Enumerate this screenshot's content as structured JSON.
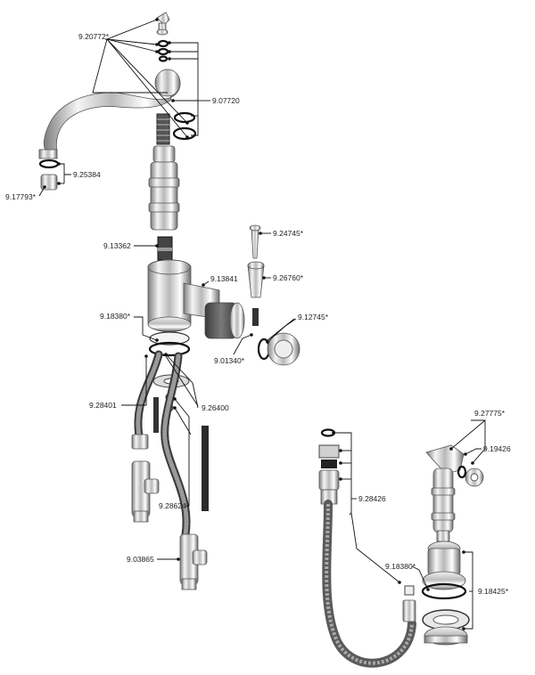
{
  "labels": {
    "p_9_20772": "9.20772*",
    "p_9_07720": "9.07720",
    "p_9_25384": "9.25384",
    "p_9_17793": "9.17793*",
    "p_9_13362": "9.13362",
    "p_9_24745": "9.24745*",
    "p_9_13841": "9.13841",
    "p_9_26760": "9.26760*",
    "p_9_18380_a": "9.18380*",
    "p_9_12745": "9.12745*",
    "p_9_01340": "9.01340*",
    "p_9_28401": "9.28401",
    "p_9_26400": "9.26400",
    "p_9_28624": "9.28624",
    "p_9_03865": "9.03865",
    "p_9_27775": "9.27775*",
    "p_9_19426": "9.19426",
    "p_9_28426": "9.28426",
    "p_9_18380_b": "9.18380*",
    "p_9_18425": "9.18425*"
  }
}
